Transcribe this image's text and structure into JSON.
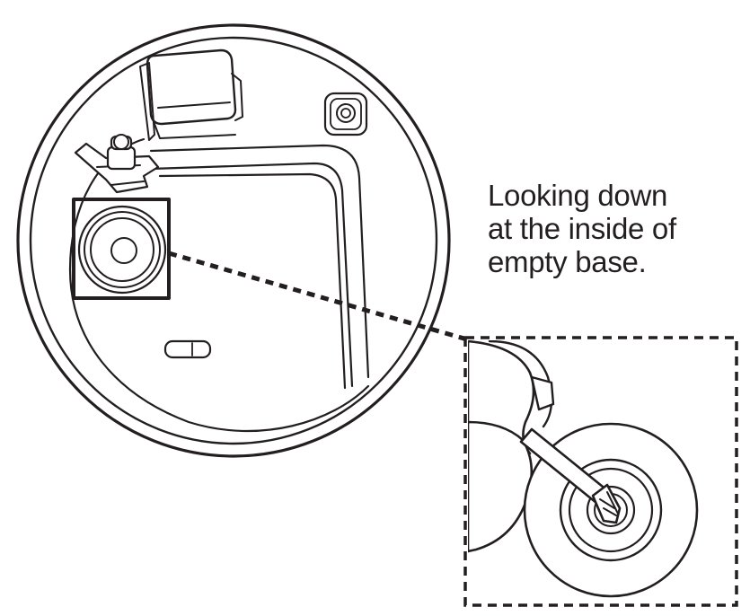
{
  "caption": {
    "lines": [
      "Looking down",
      "at the inside of",
      "empty base."
    ]
  },
  "colors": {
    "ink": "#231f20",
    "background": "#ffffff"
  }
}
